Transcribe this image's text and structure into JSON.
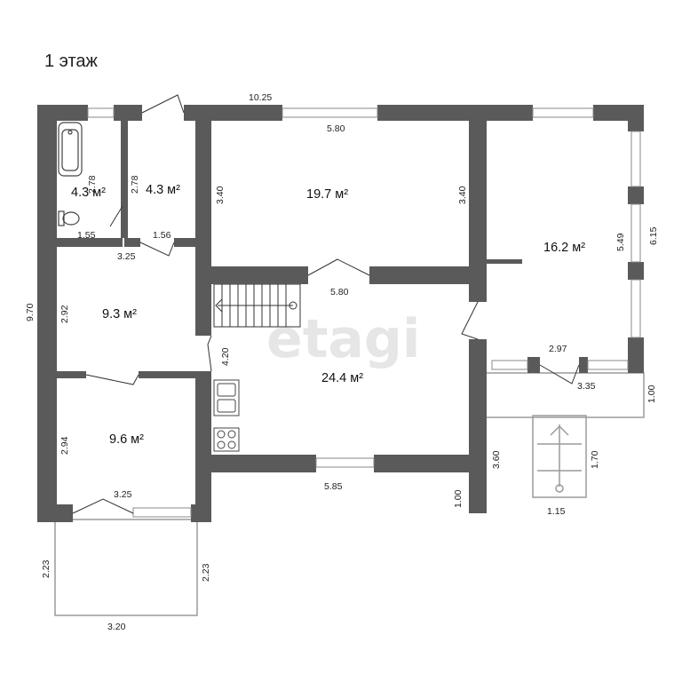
{
  "title": "1 этаж",
  "watermark": "etagi",
  "colors": {
    "wall": "#5a5a5a",
    "window": "#bfbfbf",
    "outline": "#999999",
    "text": "#222222"
  },
  "rooms": {
    "bath_area": "4.3 м²",
    "hall_small_area": "4.3 м²",
    "living_area": "19.7 м²",
    "corner_room_area": "16.2 м²",
    "room_left_area": "9.3 м²",
    "entry_area": "9.6 м²",
    "kitchen_area": "24.4 м²"
  },
  "dimensions": {
    "top_total": "10.25",
    "top_living": "5.80",
    "bath_height": "2.78",
    "hall_height": "2.78",
    "living_left_height": "3.40",
    "living_right_height": "3.40",
    "bath_width": "1.55",
    "hall_width": "1.56",
    "room_left_width": "3.25",
    "left_total": "9.70",
    "room_left_height": "2.92",
    "living_bottom": "5.80",
    "stair_height": "4.20",
    "corner_height_inner": "5.49",
    "corner_height_outer": "6.15",
    "corner_bottom_inner": "2.97",
    "corner_bottom_outer": "3.35",
    "porch_right_height": "1.00",
    "entry_height": "2.94",
    "entry_width": "3.25",
    "kitchen_bottom": "5.85",
    "kitchen_right_height": "3.60",
    "kitchen_wall_stub": "1.00",
    "stair_ext_height": "1.70",
    "stair_ext_width": "1.15",
    "terrace_left_height": "2.23",
    "terrace_right_height": "2.23",
    "terrace_width": "3.20"
  }
}
